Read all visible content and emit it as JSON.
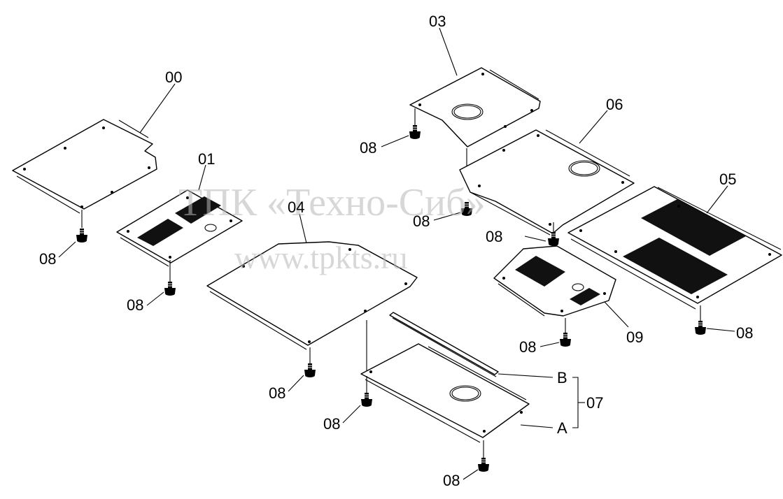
{
  "parts": {
    "p00": "00",
    "p01": "01",
    "p03": "03",
    "p04": "04",
    "p05": "05",
    "p06": "06",
    "p07": "07",
    "p09": "09",
    "bolt": "08",
    "subA": "A",
    "subB": "B"
  },
  "watermark": {
    "line1": "ТПК «Техно-Сиб»",
    "line2": "www.tpkts.ru"
  }
}
